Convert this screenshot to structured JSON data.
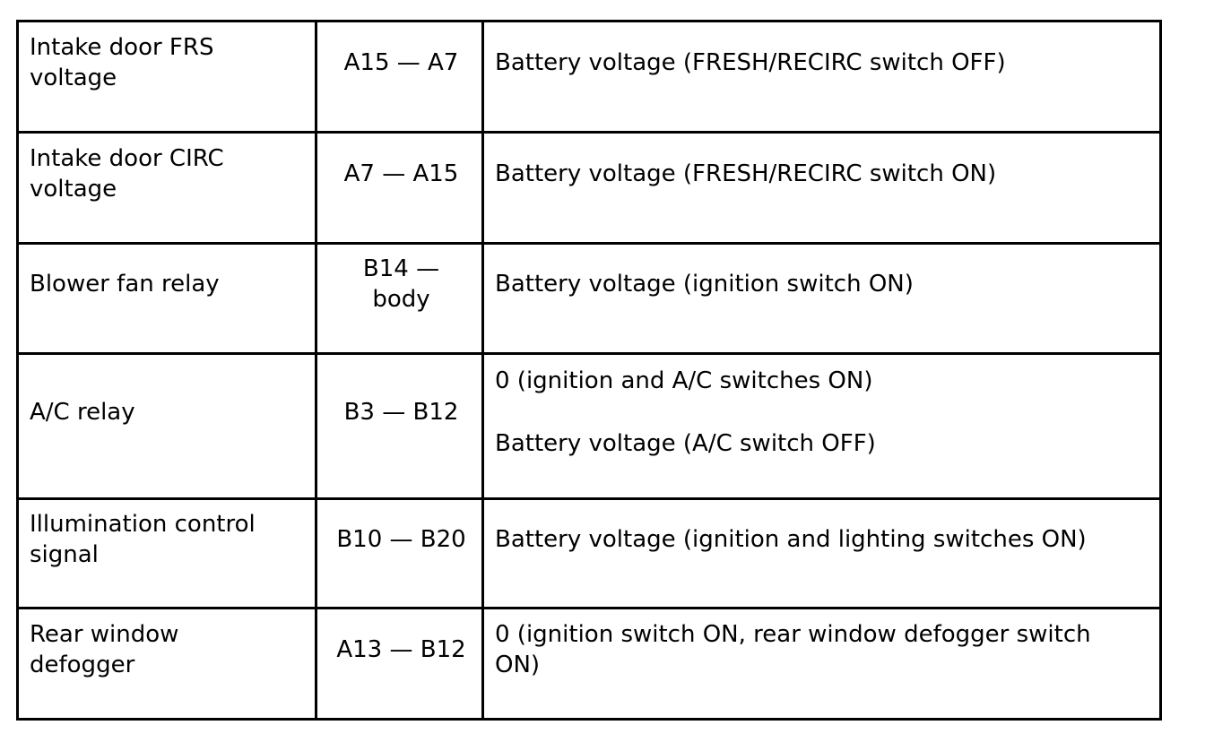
{
  "colors": {
    "background": "#ffffff",
    "border": "#000000",
    "text": "#000000"
  },
  "table": {
    "rows": [
      {
        "item": "Intake door FRS\nvoltage",
        "pins": "A15 — A7",
        "values": [
          "Battery voltage (FRESH/RECIRC switch OFF)"
        ]
      },
      {
        "item": "Intake door CIRC\nvoltage",
        "pins": "A7 — A15",
        "values": [
          "Battery voltage (FRESH/RECIRC switch ON)"
        ]
      },
      {
        "item": "Blower fan relay",
        "pins": "B14 —\nbody",
        "values": [
          "Battery voltage (ignition switch ON)"
        ]
      },
      {
        "item": "A/C relay",
        "pins": "B3 — B12",
        "values": [
          "0 (ignition and A/C switches ON)",
          "Battery voltage (A/C switch OFF)"
        ]
      },
      {
        "item": "Illumination control\nsignal",
        "pins": "B10 — B20",
        "values": [
          "Battery voltage (ignition and lighting switches ON)"
        ]
      },
      {
        "item": "Rear window\ndefogger",
        "pins": "A13 — B12",
        "values": [
          "0 (ignition switch ON, rear window defogger switch\nON)"
        ]
      }
    ]
  }
}
